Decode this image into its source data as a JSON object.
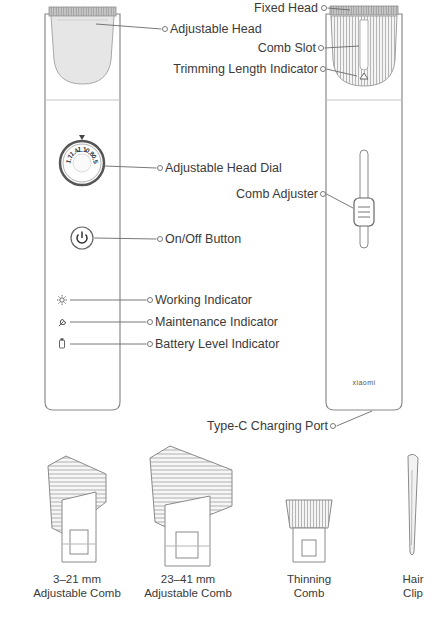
{
  "diagram": {
    "labels": [
      "Fixed Head",
      "Adjustable Head",
      "Comb Slot",
      "Trimming Length Indicator",
      "Adjustable Head Dial",
      "Comb Adjuster",
      "On/Off Button",
      "Working Indicator",
      "Maintenance Indicator",
      "Battery Level Indicator",
      "Type-C Charging Port",
      "1.7",
      "1.4",
      "1.1",
      "0.8",
      "0.5",
      "xiaomi",
      "3–21 mm Adjustable Comb",
      "23–41 mm Adjustable Comb",
      "Thinning Comb",
      "Hair Clip"
    ]
  }
}
